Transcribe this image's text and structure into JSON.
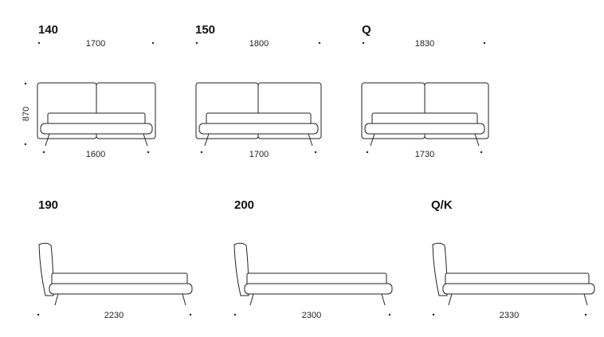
{
  "front_views": [
    {
      "size": "140",
      "headboard_width": "1700",
      "base_width": "1600"
    },
    {
      "size": "150",
      "headboard_width": "1800",
      "base_width": "1700"
    },
    {
      "size": "Q",
      "headboard_width": "1830",
      "base_width": "1730"
    }
  ],
  "height_dimension": "870",
  "side_views": [
    {
      "size": "190",
      "length": "2230"
    },
    {
      "size": "200",
      "length": "2300"
    },
    {
      "size": "Q/K",
      "length": "2330"
    }
  ]
}
